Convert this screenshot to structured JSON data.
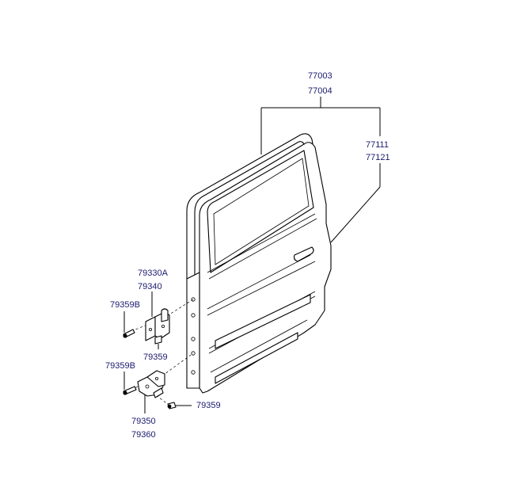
{
  "labels": {
    "door_assy_a": "77003",
    "door_assy_b": "77004",
    "panel_a": "77111",
    "panel_b": "77121",
    "upper_hinge_a": "79330A",
    "upper_hinge_b": "79340",
    "upper_bolt": "79359B",
    "upper_hinge_bolt": "79359",
    "lower_bolt": "79359B",
    "lower_hinge_bolt": "79359",
    "lower_hinge_a": "79350",
    "lower_hinge_b": "79360"
  }
}
